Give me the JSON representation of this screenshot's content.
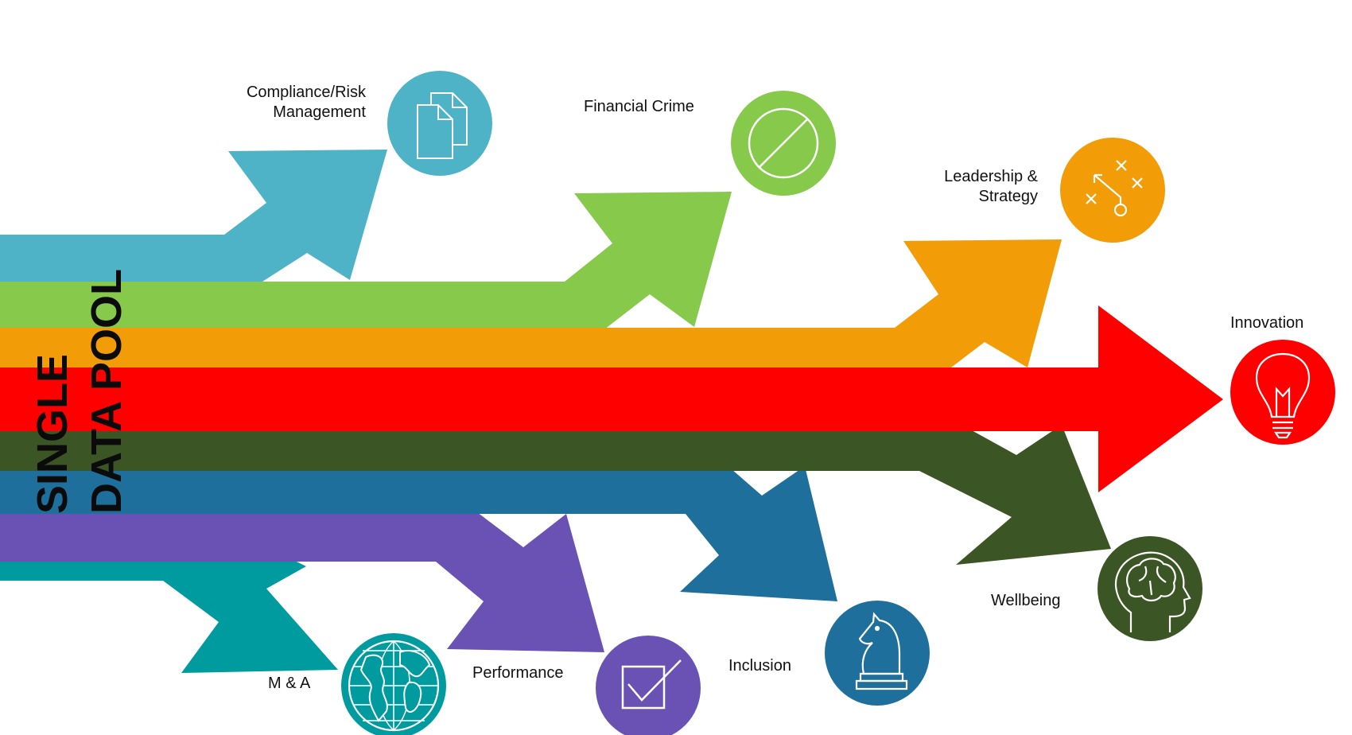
{
  "title": {
    "line1": "SINGLE",
    "line2": "DATA POOL"
  },
  "streams": [
    {
      "key": "compliance",
      "label_line1": "Compliance/Risk",
      "label_line2": "Management",
      "color": "#4FB3C8",
      "icon": "documents-icon"
    },
    {
      "key": "financial",
      "label": "Financial Crime",
      "color": "#87C94A",
      "icon": "prohibited-icon"
    },
    {
      "key": "leadership",
      "label_line1": "Leadership &",
      "label_line2": "Strategy",
      "color": "#F29C07",
      "icon": "strategy-play-icon"
    },
    {
      "key": "innovation",
      "label": "Innovation",
      "color": "#FF0000",
      "icon": "lightbulb-icon"
    },
    {
      "key": "wellbeing",
      "label": "Wellbeing",
      "color": "#3B5525",
      "icon": "brain-head-icon"
    },
    {
      "key": "inclusion",
      "label": "Inclusion",
      "color": "#1F6F9C",
      "icon": "chess-knight-icon"
    },
    {
      "key": "performance",
      "label": "Performance",
      "color": "#6A52B5",
      "icon": "checkbox-icon"
    },
    {
      "key": "ma",
      "label": "M & A",
      "color": "#009B9E",
      "icon": "globe-icon"
    }
  ]
}
